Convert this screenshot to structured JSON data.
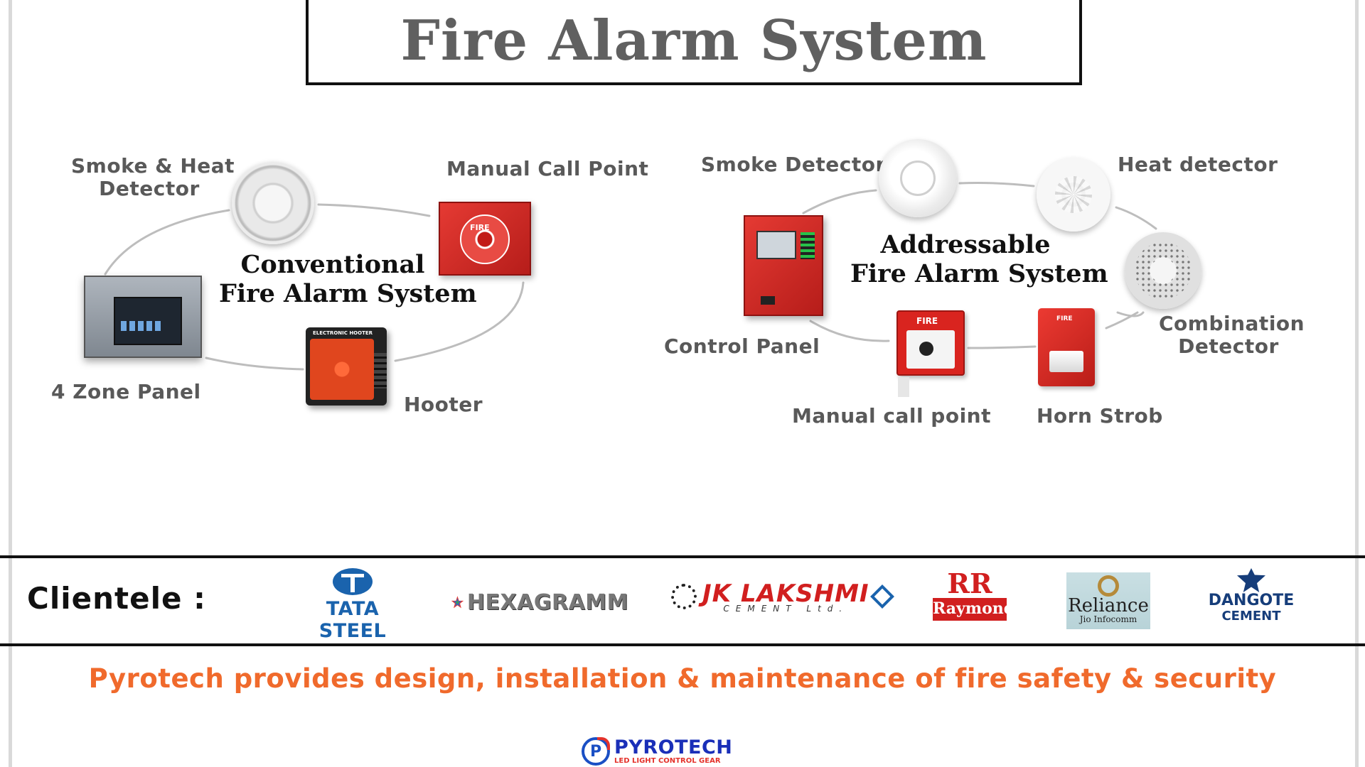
{
  "title": "Fire Alarm System",
  "colors": {
    "title": "#606060",
    "label": "#595959",
    "tagline": "#f06a2c",
    "device_red": "#d9241f",
    "connector": "#bdbdbd"
  },
  "conventional": {
    "heading_line1": "Conventional",
    "heading_line2": "Fire Alarm System",
    "devices": {
      "smoke_heat": {
        "label_line1": "Smoke & Heat",
        "label_line2": "Detector",
        "icon": "smoke-heat-detector-icon"
      },
      "manual_call_point": {
        "label": "Manual Call Point",
        "icon": "manual-call-point-icon",
        "device_text": "FIRE"
      },
      "zone_panel": {
        "label": "4 Zone Panel",
        "icon": "zone-panel-icon"
      },
      "hooter": {
        "label": "Hooter",
        "icon": "hooter-icon",
        "device_text": "ELECTRONIC HOOTER"
      }
    }
  },
  "addressable": {
    "heading_line1": "Addressable",
    "heading_line2": "Fire Alarm System",
    "devices": {
      "smoke_detector": {
        "label": "Smoke Detector",
        "icon": "smoke-detector-icon"
      },
      "heat_detector": {
        "label": "Heat detector",
        "icon": "heat-detector-icon"
      },
      "combination_detector": {
        "label_line1": "Combination",
        "label_line2": "Detector",
        "icon": "combination-detector-icon"
      },
      "control_panel": {
        "label": "Control Panel",
        "icon": "control-panel-icon"
      },
      "manual_call_point": {
        "label": "Manual call point",
        "icon": "manual-call-point-icon",
        "device_text": "FIRE"
      },
      "horn_strob": {
        "label": "Horn Strob",
        "icon": "horn-strobe-icon",
        "device_text": "FIRE"
      }
    }
  },
  "clientele": {
    "label": "Clientele :",
    "logos": {
      "tata": {
        "name": "TATA STEEL"
      },
      "hexagramm": {
        "name": "HEXAGRAMM"
      },
      "jk": {
        "name": "JK LAKSHMI",
        "sub": "CEMENT Ltd."
      },
      "raymond": {
        "mark": "RR",
        "name": "Raymond"
      },
      "reliance": {
        "name": "Reliance",
        "sub": "Jio Infocomm"
      },
      "dangote": {
        "name": "DANGOTE",
        "sub": "CEMENT"
      }
    }
  },
  "tagline": "Pyrotech provides design, installation & maintenance of fire safety & security",
  "brand": {
    "initial": "P",
    "name": "PYROTECH",
    "sub": "LED LIGHT CONTROL GEAR"
  }
}
